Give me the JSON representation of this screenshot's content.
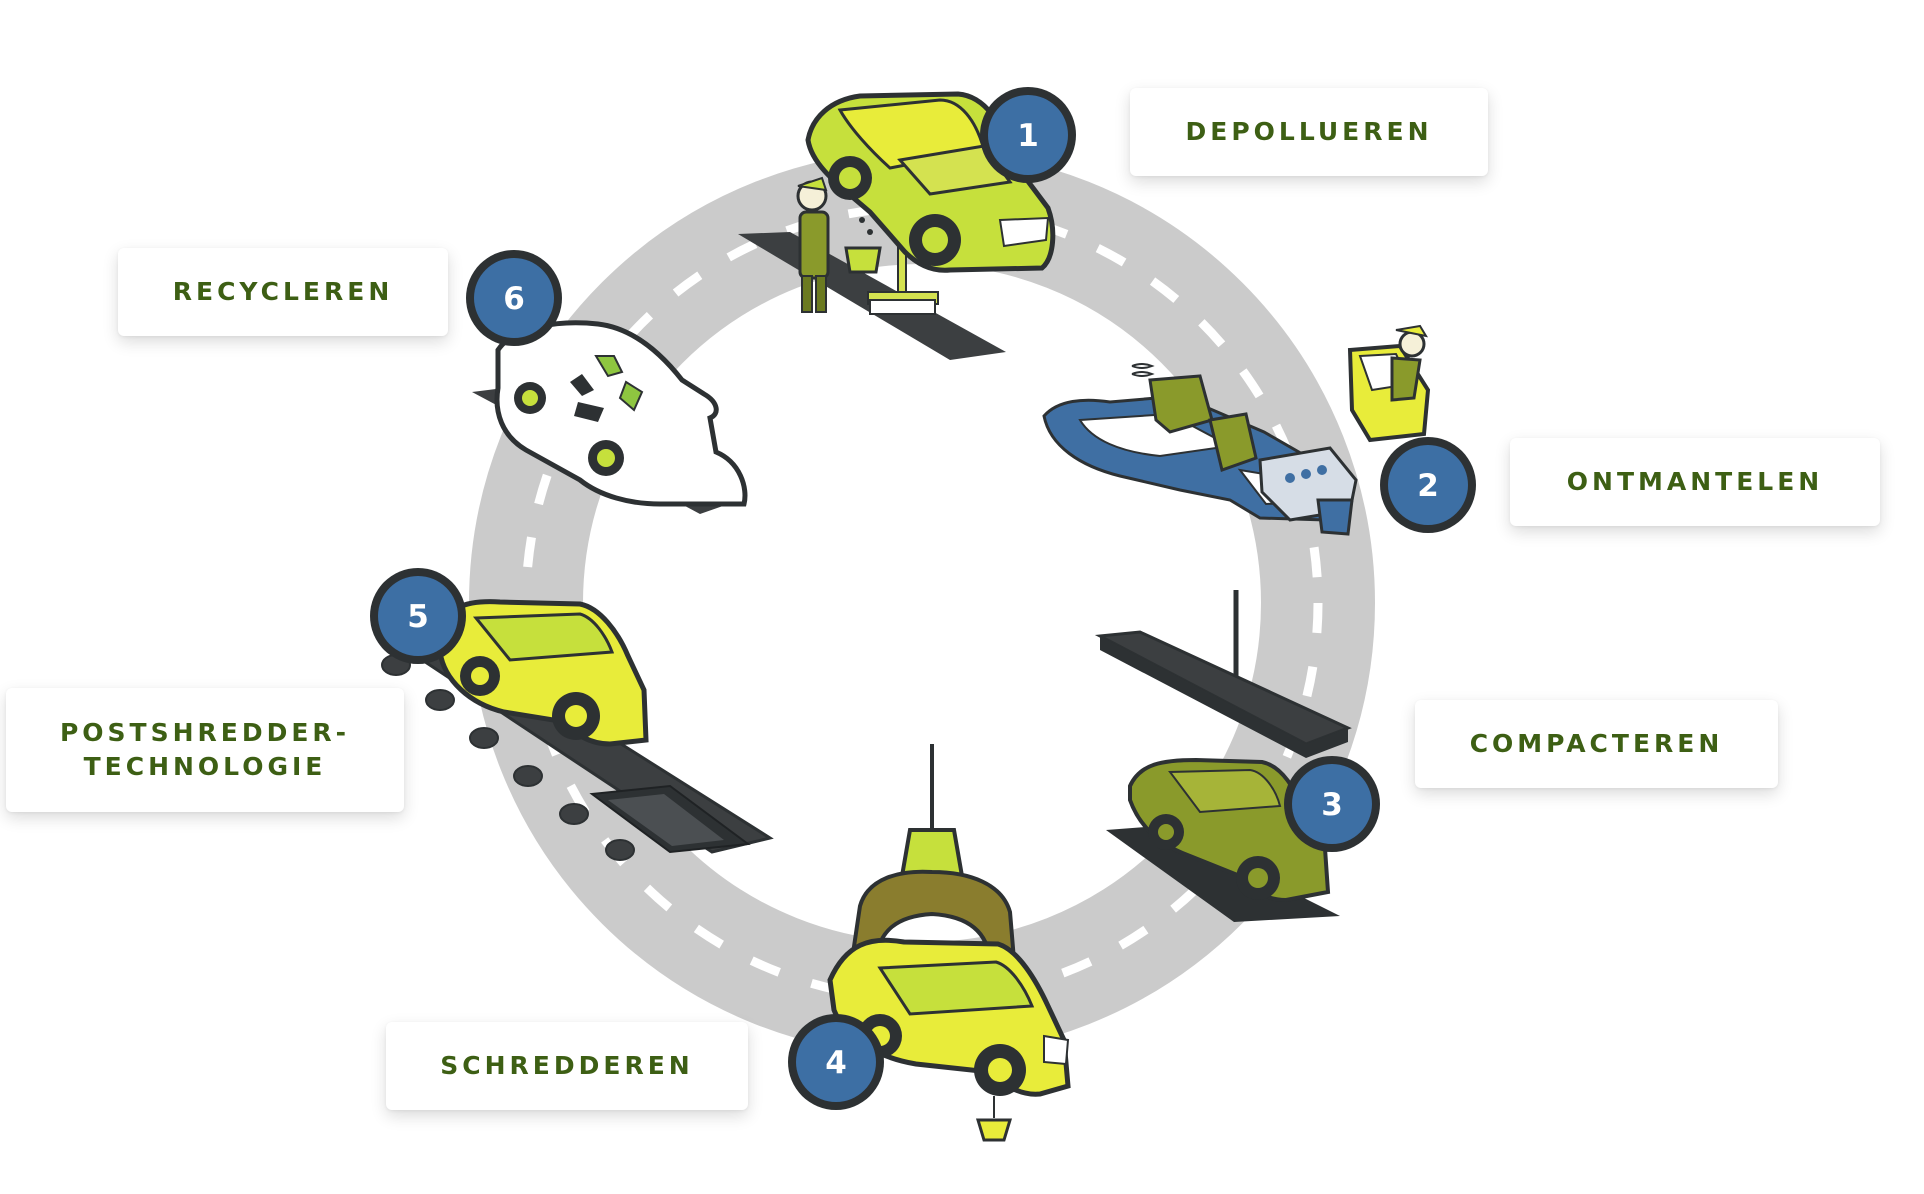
{
  "diagram": {
    "type": "cycle",
    "colors": {
      "road": "#cbcbcb",
      "road_dashes": "#ffffff",
      "badge_fill": "#3d6fa4",
      "badge_ring": "#2d3133",
      "label_text": "#3d5f14",
      "car_lime": "#c6e03c",
      "car_yellow": "#e8ec3a",
      "car_olive": "#8a9a2b",
      "outline": "#2d3133",
      "platform": "#3c3f41",
      "blue_parts": "#3f6fa3"
    },
    "steps": [
      {
        "number": "1",
        "label_lines": [
          "DEPOLLUEREN"
        ],
        "icon": "car-on-lift-with-worker-icon"
      },
      {
        "number": "2",
        "label_lines": [
          "ONTMANTELEN"
        ],
        "icon": "dismantled-car-parts-icon"
      },
      {
        "number": "3",
        "label_lines": [
          "COMPACTEREN"
        ],
        "icon": "car-press-icon"
      },
      {
        "number": "4",
        "label_lines": [
          "SCHREDDEREN"
        ],
        "icon": "crane-grabber-car-icon"
      },
      {
        "number": "5",
        "label_lines": [
          "POSTSHREDDER-",
          "TECHNOLOGIE"
        ],
        "icon": "conveyor-belt-car-icon"
      },
      {
        "number": "6",
        "label_lines": [
          "RECYCLEREN"
        ],
        "icon": "recycled-car-icon"
      }
    ]
  }
}
